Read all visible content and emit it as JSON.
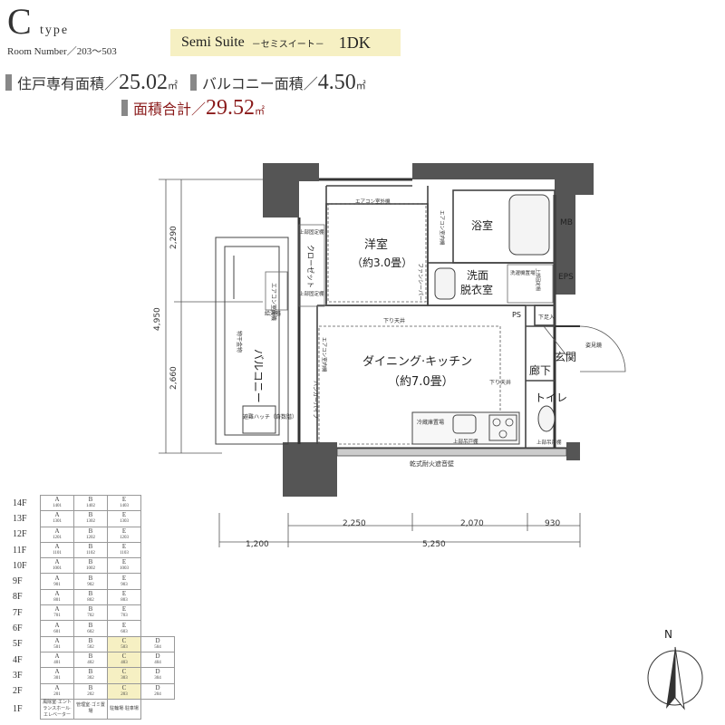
{
  "header": {
    "type_letter": "C",
    "type_word": "type",
    "room_numbers": "Room Number／203〜503",
    "badge_name": "Semi Suite",
    "badge_sub": "－セミスイート－",
    "badge_layout": "1DK",
    "highlight_color": "#f6f0c3"
  },
  "areas": {
    "private_label": "住戸専有面積／",
    "private_value": "25.02",
    "private_unit": "㎡",
    "balcony_label": "バルコニー面積／",
    "balcony_value": "4.50",
    "balcony_unit": "㎡",
    "total_label": "面積合計／",
    "total_value": "29.52",
    "total_unit": "㎡",
    "total_color": "#8a1a1a"
  },
  "plan": {
    "rooms": {
      "western": "洋室",
      "western_size": "（約3.0畳）",
      "dk": "ダイニング·キッチン",
      "dk_size": "（約7.0畳）",
      "bath": "浴室",
      "washroom": "洗面",
      "washroom2": "脱衣室",
      "entrance": "玄関",
      "hallway": "廊下",
      "toilet": "トイレ",
      "balcony": "バルコニー",
      "closet": "クローゼット",
      "mb": "MB",
      "eps": "EPS",
      "ps": "PS"
    },
    "labels": {
      "shelf1": "上部固定棚",
      "shelf2": "上部固定棚",
      "ac_unit": "エアコン室外機",
      "water_heater": "給湯器",
      "ac_indoor1": "エアコン室内機",
      "ac_indoor2": "エアコン室内機",
      "fan_pipe": "ファンシーパー",
      "lowered_ceiling1": "下り天井",
      "lowered_ceiling2": "下り天井",
      "washer": "洗濯機置場",
      "upper_shelf_w": "上部固定棚",
      "shoe_box": "下足入",
      "mirror": "姿見鏡",
      "fridge": "冷蔵庫置場",
      "upper_cabinet": "上部吊戸棚",
      "toilet_cabinet": "上部吊戸棚",
      "hatch": "避難ハッチ（奇数階）",
      "clothes_pole": "物干金物",
      "hanger_pipe": "ハンガーパイプ",
      "soundwall": "乾式耐火遮音壁",
      "top_label": "エアコン室外機"
    },
    "dims_vertical": [
      "4,950",
      "2,290",
      "2,660"
    ],
    "dims_horizontal_top": [
      "2,250",
      "2,070",
      "930"
    ],
    "dims_horizontal_bottom": [
      "1,200",
      "5,250"
    ]
  },
  "floors": {
    "rows": [
      {
        "floor": "14F",
        "cells": [
          {
            "letter": "A",
            "num": "1401"
          },
          {
            "letter": "B",
            "num": "1402"
          },
          {
            "letter": "E",
            "num": "1403"
          }
        ]
      },
      {
        "floor": "13F",
        "cells": [
          {
            "letter": "A",
            "num": "1301"
          },
          {
            "letter": "B",
            "num": "1302"
          },
          {
            "letter": "E",
            "num": "1303"
          }
        ]
      },
      {
        "floor": "12F",
        "cells": [
          {
            "letter": "A",
            "num": "1201"
          },
          {
            "letter": "B",
            "num": "1202"
          },
          {
            "letter": "E",
            "num": "1203"
          }
        ]
      },
      {
        "floor": "11F",
        "cells": [
          {
            "letter": "A",
            "num": "1101"
          },
          {
            "letter": "B",
            "num": "1102"
          },
          {
            "letter": "E",
            "num": "1103"
          }
        ]
      },
      {
        "floor": "10F",
        "cells": [
          {
            "letter": "A",
            "num": "1001"
          },
          {
            "letter": "B",
            "num": "1002"
          },
          {
            "letter": "E",
            "num": "1003"
          }
        ]
      },
      {
        "floor": "9F",
        "cells": [
          {
            "letter": "A",
            "num": "901"
          },
          {
            "letter": "B",
            "num": "902"
          },
          {
            "letter": "E",
            "num": "903"
          }
        ]
      },
      {
        "floor": "8F",
        "cells": [
          {
            "letter": "A",
            "num": "801"
          },
          {
            "letter": "B",
            "num": "802"
          },
          {
            "letter": "E",
            "num": "803"
          }
        ]
      },
      {
        "floor": "7F",
        "cells": [
          {
            "letter": "A",
            "num": "701"
          },
          {
            "letter": "B",
            "num": "702"
          },
          {
            "letter": "E",
            "num": "703"
          }
        ]
      },
      {
        "floor": "6F",
        "cells": [
          {
            "letter": "A",
            "num": "601"
          },
          {
            "letter": "B",
            "num": "602"
          },
          {
            "letter": "E",
            "num": "603"
          }
        ]
      },
      {
        "floor": "5F",
        "cells": [
          {
            "letter": "A",
            "num": "501"
          },
          {
            "letter": "B",
            "num": "502"
          },
          {
            "letter": "C",
            "num": "503"
          },
          {
            "letter": "D",
            "num": "504"
          }
        ]
      },
      {
        "floor": "4F",
        "cells": [
          {
            "letter": "A",
            "num": "401"
          },
          {
            "letter": "B",
            "num": "402"
          },
          {
            "letter": "C",
            "num": "403"
          },
          {
            "letter": "D",
            "num": "404"
          }
        ]
      },
      {
        "floor": "3F",
        "cells": [
          {
            "letter": "A",
            "num": "301"
          },
          {
            "letter": "B",
            "num": "302"
          },
          {
            "letter": "C",
            "num": "303"
          },
          {
            "letter": "D",
            "num": "304"
          }
        ]
      },
      {
        "floor": "2F",
        "cells": [
          {
            "letter": "A",
            "num": "201"
          },
          {
            "letter": "B",
            "num": "202"
          },
          {
            "letter": "C",
            "num": "203"
          },
          {
            "letter": "D",
            "num": "204"
          }
        ]
      },
      {
        "floor": "1F",
        "cells": [
          {
            "letter": "",
            "num": "風除室·エントランスホール·エレベーター"
          },
          {
            "letter": "",
            "num": "管理室·ゴミ置場"
          },
          {
            "letter": "",
            "num": "駐輪場·駐車場"
          }
        ]
      }
    ],
    "highlight_letter": "C"
  },
  "compass": {
    "north": "N"
  }
}
